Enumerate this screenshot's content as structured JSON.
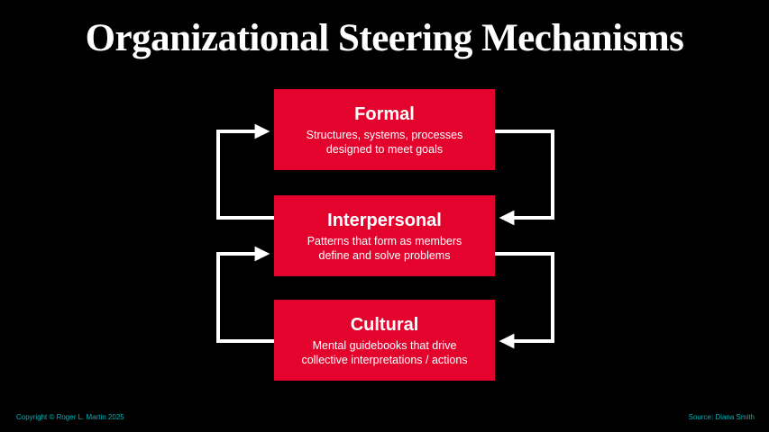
{
  "slide": {
    "title": "Organizational Steering Mechanisms",
    "footer_left": "Copyright © Roger L. Martin 2025",
    "footer_right": "Source: Diana Smith"
  },
  "colors": {
    "background": "#000000",
    "box_red": "#e4032d",
    "title_text": "#ffffff",
    "box_text": "#ffffff",
    "arrow": "#ffffff",
    "footer_text": "#00b3b5"
  },
  "boxes": [
    {
      "id": "formal",
      "heading": "Formal",
      "line1": "Structures, systems, processes",
      "line2": "designed to meet goals"
    },
    {
      "id": "interpersonal",
      "heading": "Interpersonal",
      "line1": "Patterns that form as members",
      "line2": "define and solve problems"
    },
    {
      "id": "cultural",
      "heading": "Cultural",
      "line1": "Mental guidebooks that drive",
      "line2": "collective interpretations / actions"
    }
  ],
  "arrows": [
    {
      "from": "interpersonal",
      "to": "formal",
      "side": "left",
      "direction": "up"
    },
    {
      "from": "formal",
      "to": "interpersonal",
      "side": "right",
      "direction": "down"
    },
    {
      "from": "cultural",
      "to": "interpersonal",
      "side": "left",
      "direction": "up"
    },
    {
      "from": "interpersonal",
      "to": "cultural",
      "side": "right",
      "direction": "down"
    }
  ]
}
